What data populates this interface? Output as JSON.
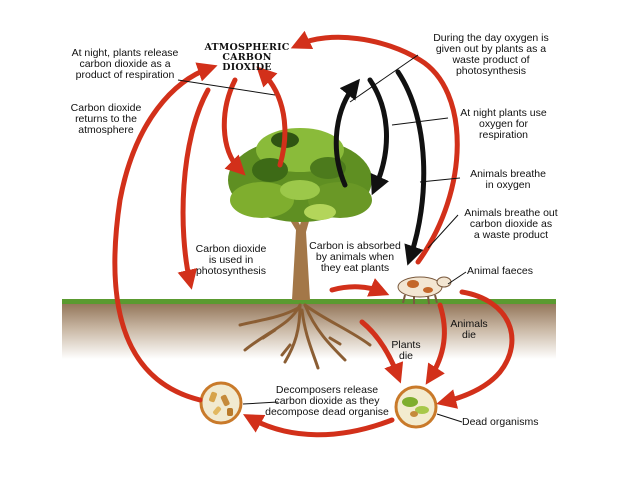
{
  "diagram": {
    "title": "ATMOSPHERIC\nCARBON DIOXIDE",
    "labels": {
      "night_release": "At night, plants release\ncarbon dioxide as a\nproduct of respiration",
      "returns": "Carbon dioxide\nreturns to the\natmosphere",
      "day_oxygen": "During the day oxygen is\ngiven out by plants as a\nwaste product of\nphotosynthesis",
      "night_use_oxygen": "At night plants use\noxygen for\nrespiration",
      "animals_breathe_in": "Animals breathe\nin oxygen",
      "animals_breathe_out": "Animals breathe out\ncarbon dioxide as\na waste product",
      "photosynthesis": "Carbon dioxide\nis used in\nphotosynthesis",
      "absorbed": "Carbon is absorbed\nby animals when\nthey eat plants",
      "faeces": "Animal faeces",
      "animals_die": "Animals\ndie",
      "plants_die": "Plants\ndie",
      "decomposers": "Decomposers release\ncarbon dioxide as they\ndecompose dead organise",
      "dead_organisms": "Dead organisms"
    },
    "colors": {
      "arrow_red": "#d2301a",
      "arrow_black": "#111111",
      "ground": "#7a5a3e",
      "grass": "#5a9a30",
      "foliage": "#6f9a2a",
      "trunk": "#a37748"
    }
  }
}
